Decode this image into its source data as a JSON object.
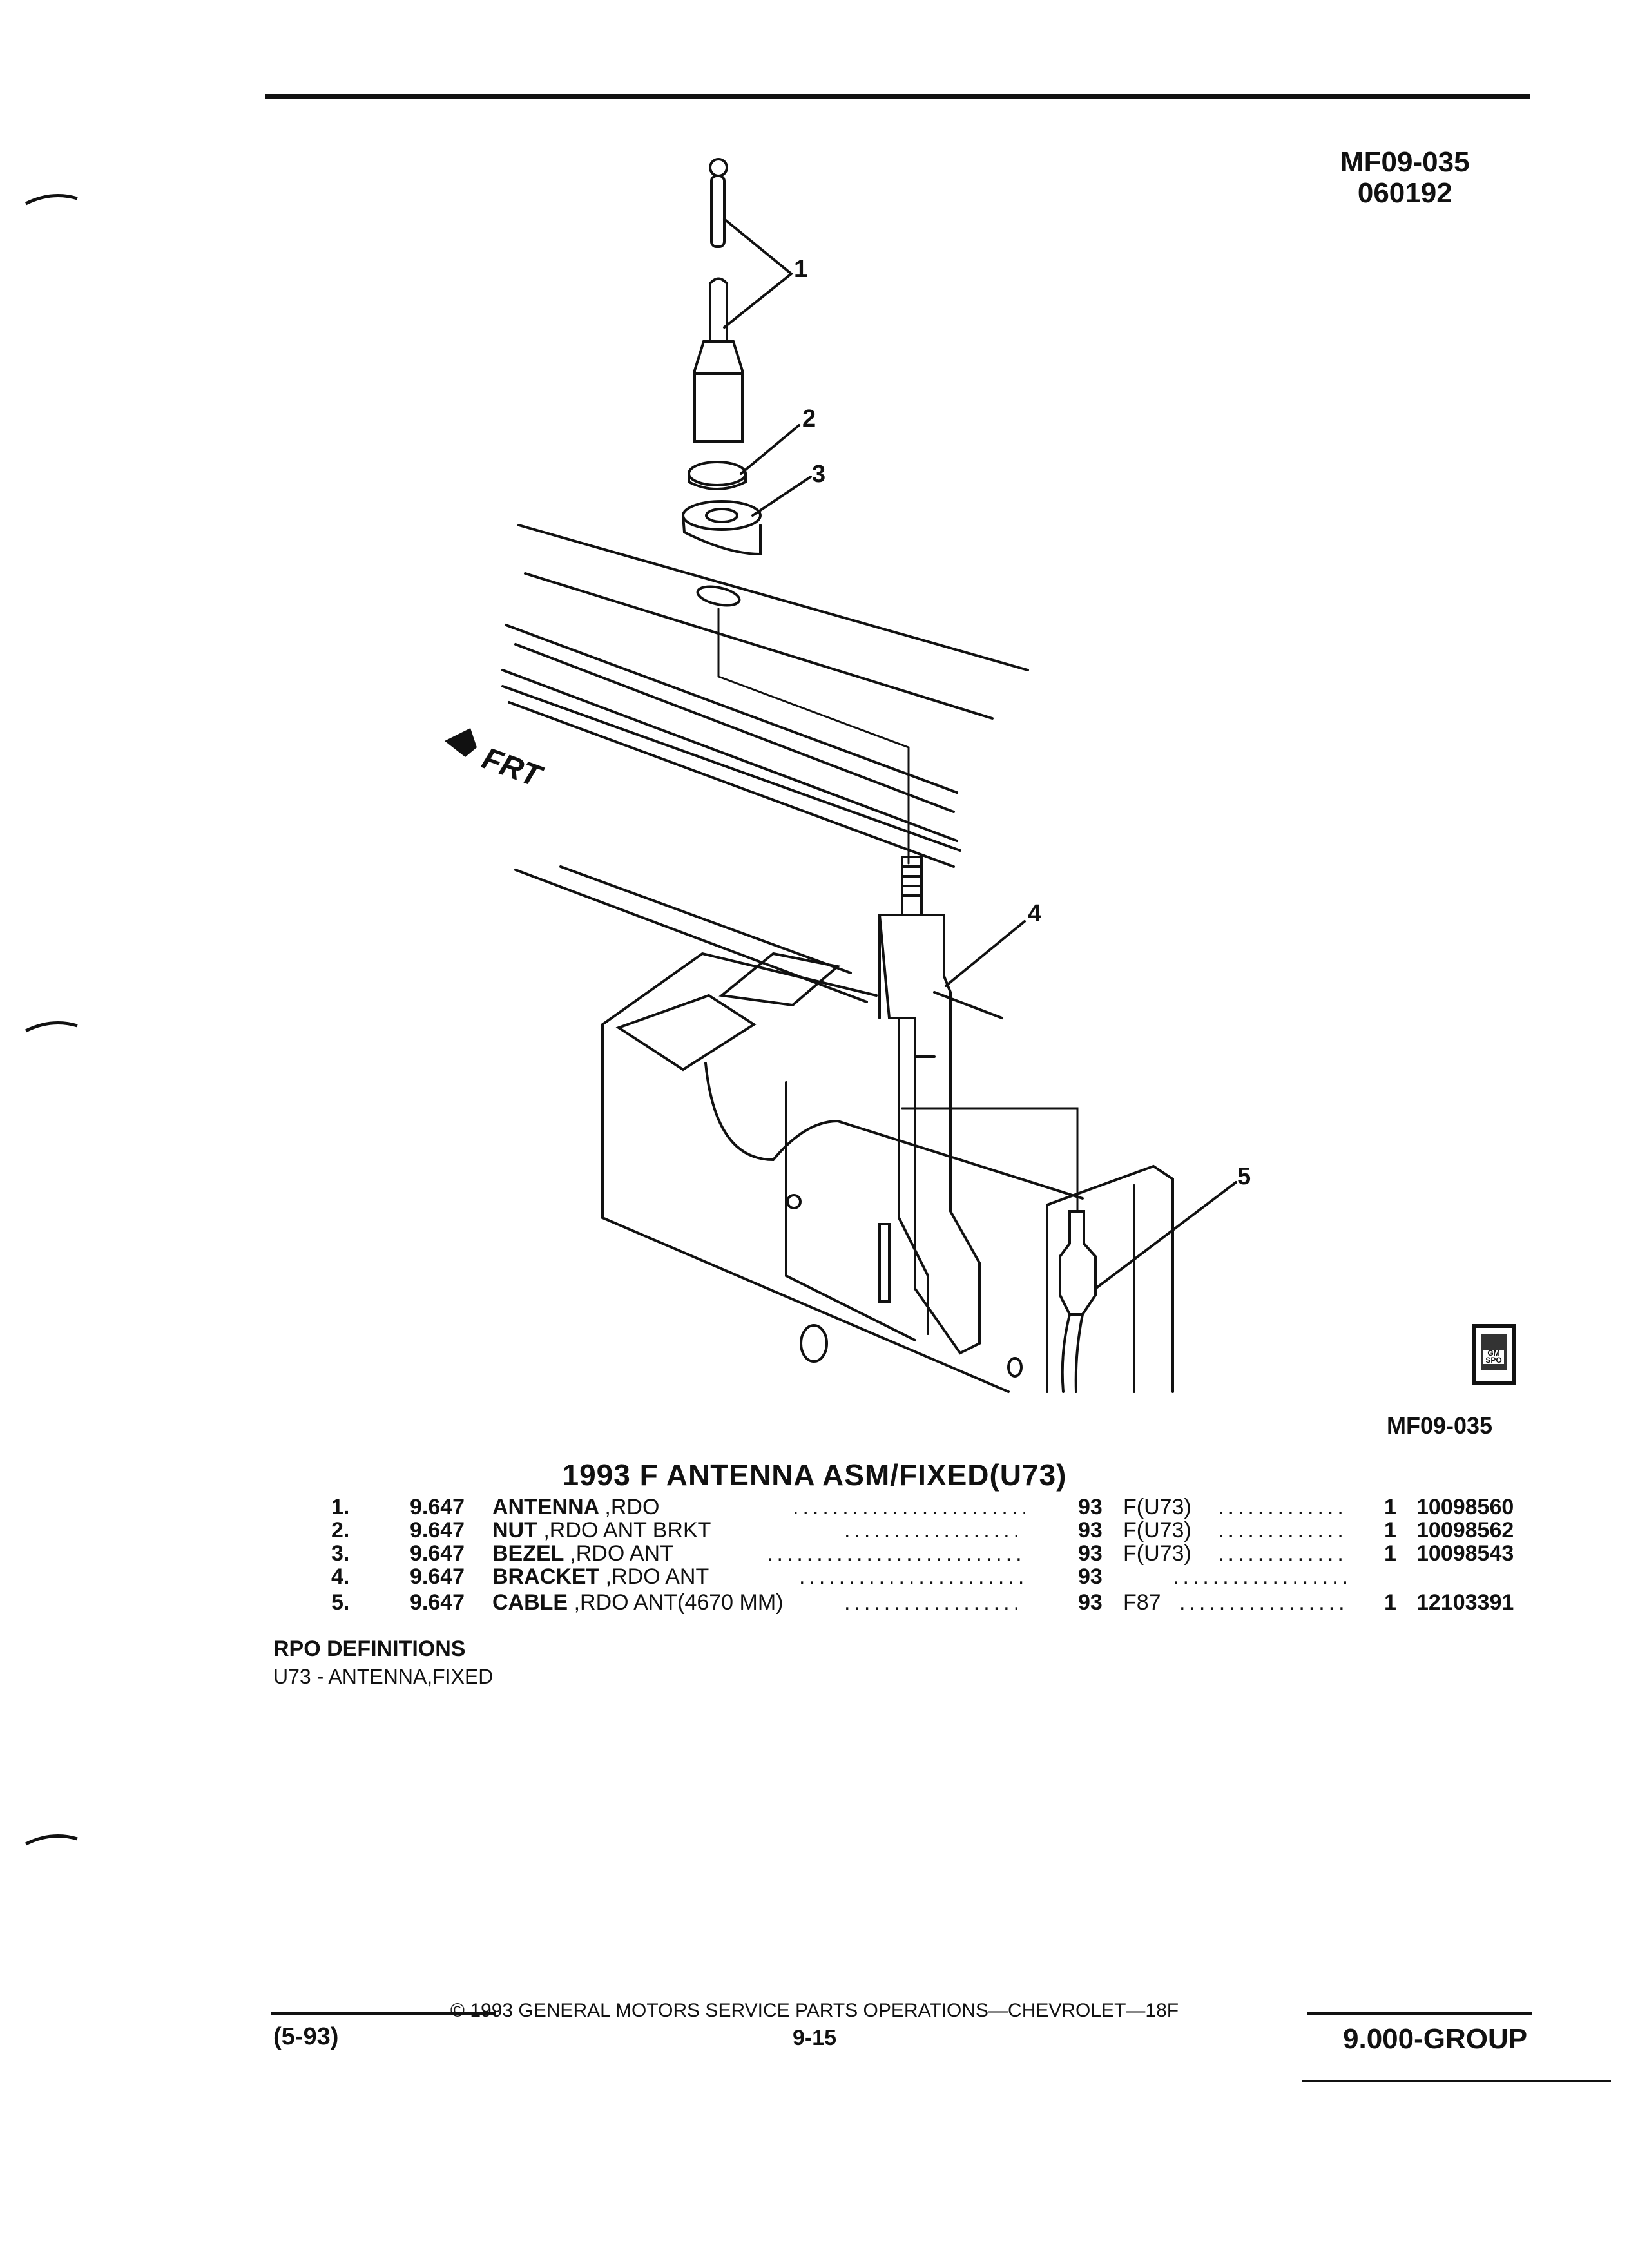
{
  "header": {
    "code": "MF09-035",
    "date_code": "060192"
  },
  "figure": {
    "code": "MF09-035",
    "direction_label": "FRT",
    "callouts": [
      "1",
      "2",
      "3",
      "4",
      "5"
    ]
  },
  "parts_table": {
    "title": "1993 F ANTENNA ASM/FIXED(U73)",
    "rows": [
      {
        "num": "1.",
        "group": "9.647",
        "name": "ANTENNA",
        "desc": ",RDO",
        "year": "93",
        "rpo": "F(U73)",
        "qty": "1",
        "part": "10098560"
      },
      {
        "num": "2.",
        "group": "9.647",
        "name": "NUT",
        "desc": ",RDO ANT BRKT",
        "year": "93",
        "rpo": "F(U73)",
        "qty": "1",
        "part": "10098562"
      },
      {
        "num": "3.",
        "group": "9.647",
        "name": "BEZEL",
        "desc": ",RDO ANT",
        "year": "93",
        "rpo": "F(U73)",
        "qty": "1",
        "part": "10098543"
      },
      {
        "num": "4.",
        "group": "9.647",
        "name": "BRACKET",
        "desc": ",RDO ANT",
        "year": "93",
        "rpo": "",
        "qty": "",
        "part": ""
      },
      {
        "num": "5.",
        "group": "9.647",
        "name": "CABLE",
        "desc": ",RDO ANT(4670 MM)",
        "year": "93",
        "rpo": "F87",
        "qty": "1",
        "part": "12103391"
      }
    ],
    "dots": "..............................................................."
  },
  "rpo": {
    "heading": "RPO DEFINITIONS",
    "definition": "U73 - ANTENNA,FIXED"
  },
  "footer": {
    "copyright": "© 1993 GENERAL MOTORS SERVICE PARTS OPERATIONS—CHEVROLET—18F",
    "date": "(5-93)",
    "page": "9-15",
    "group": "9.000-GROUP"
  }
}
